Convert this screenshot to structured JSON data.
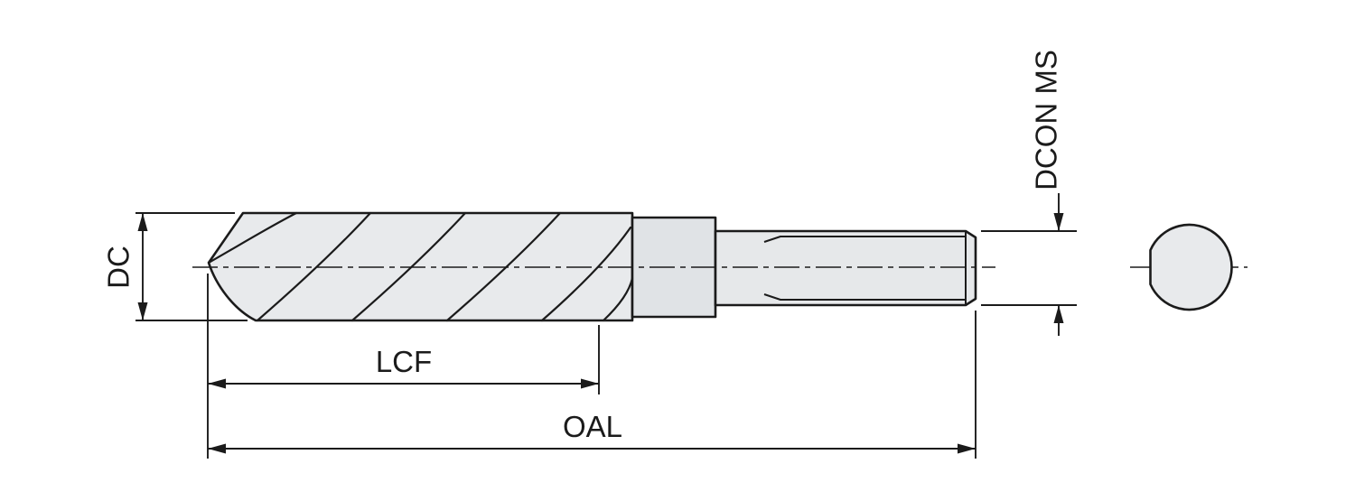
{
  "drawing": {
    "labels": {
      "dc": "DC",
      "lcf": "LCF",
      "oal": "OAL",
      "dcon_ms": "DCON MS"
    },
    "colors": {
      "line": "#1b1b1b",
      "body_fill": "#e8eaec",
      "collar_fill": "#e0e3e6",
      "shank_fill": "#e6e8ea",
      "end_view_fill": "#e8eaec",
      "background": "#ffffff"
    }
  }
}
